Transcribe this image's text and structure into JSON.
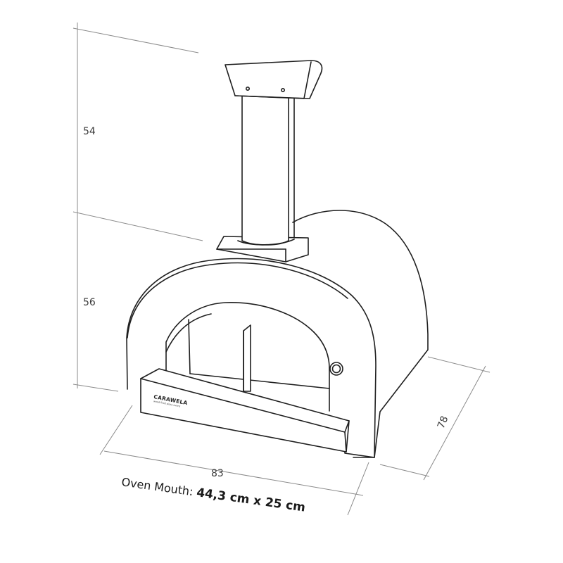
{
  "dimensions": {
    "chimney_height": "54",
    "dome_height": "56",
    "width": "83",
    "depth": "78"
  },
  "caption": {
    "label": "Oven Mouth: ",
    "value": "44,3 cm x 25 cm"
  },
  "brand": {
    "name": "CARAWELA",
    "tagline": "wood fired pizza ovens"
  },
  "colors": {
    "outline": "#1f1f1f",
    "dimension_line": "#8a8a8a",
    "text": "#3a3a3a"
  }
}
